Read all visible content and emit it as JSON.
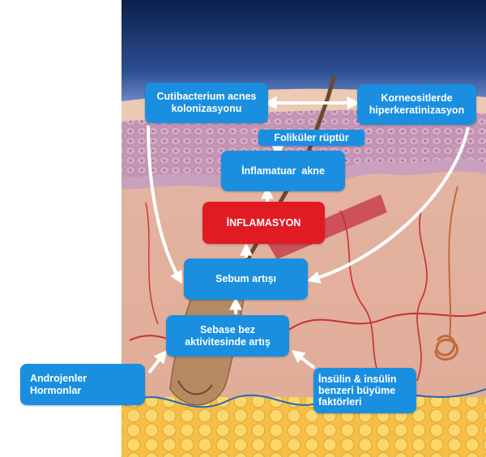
{
  "diagram": {
    "nodes": {
      "c_acnes": "Cutibacterium acnes\nkolonizasyonu",
      "korneosit": "Korneositlerde\nhiperkeratinizasyon",
      "folikuler": "Foliküler rüptür",
      "inflamatuar": "İnflamatuar  akne",
      "inflamasyon": "İNFLAMASYON",
      "sebum": "Sebum artışı",
      "sebase": "Sebase bez\naktivitesinde artış",
      "androjen": "Androjenler\nHormonlar",
      "insulin": "İnsülin & insülin\nbenzeri büyüme\nfaktörleri"
    },
    "colors": {
      "node": "#1a8fe0",
      "alert": "#e01b24",
      "arrow": "#ffffff",
      "background": "#ffffff"
    }
  }
}
